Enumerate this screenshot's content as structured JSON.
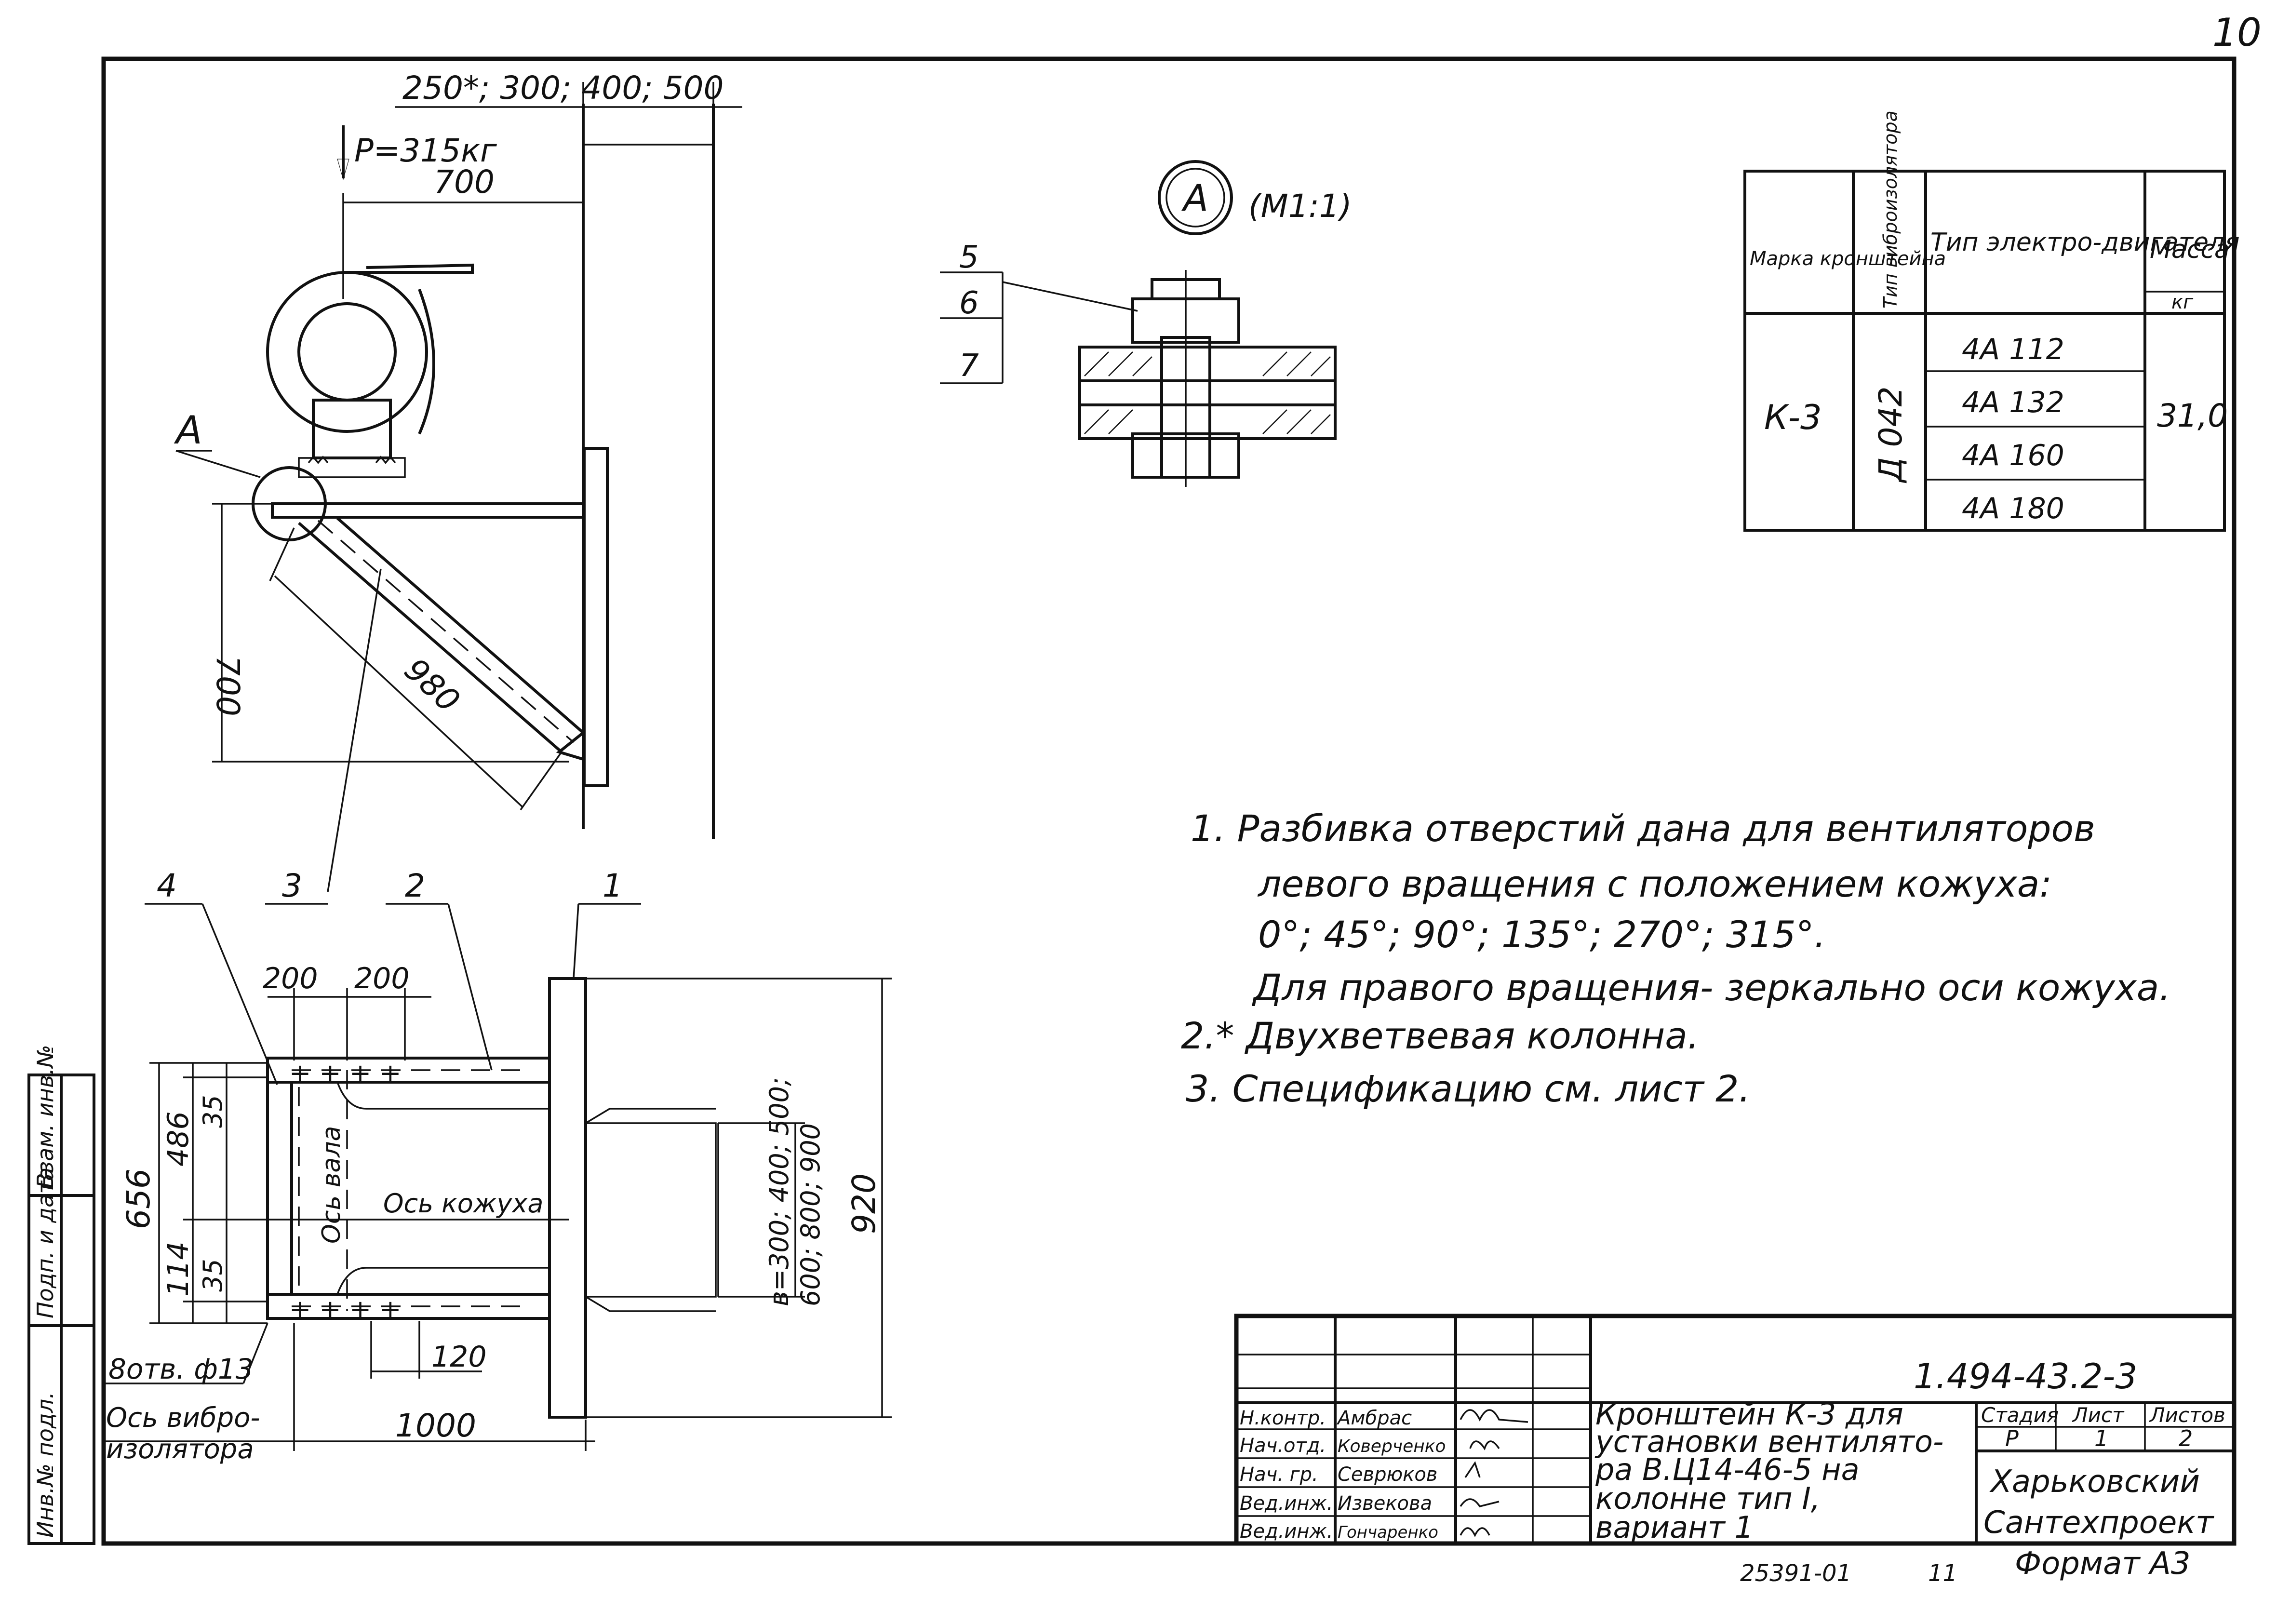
{
  "page_number": "10",
  "main_view": {
    "dim_top": "250*; 300; 400; 500",
    "load": "P=315кг",
    "dim_700_horizontal": "700",
    "callout_a": "А",
    "dim_700_vertical": "700",
    "dim_980": "980"
  },
  "detail_a": {
    "label": "А",
    "scale": "(М1:1)",
    "items": [
      "5",
      "6",
      "7"
    ]
  },
  "plan_view": {
    "items": [
      "4",
      "3",
      "2",
      "1"
    ],
    "dim_200_a": "200",
    "dim_200_b": "200",
    "dim_35_top": "35",
    "dim_486": "486",
    "dim_656": "656",
    "dim_114": "114",
    "dim_35_bottom": "35",
    "axis_shaft": "Ось вала",
    "axis_casing": "Ось кожуха",
    "dim_b": "в=300; 400; 500;",
    "dim_b2": "600; 800; 900",
    "dim_920": "920",
    "holes": "8отв. ф13",
    "dim_120": "120",
    "axis_vibro_1": "Ось вибро-",
    "axis_vibro_2": "изолятора",
    "dim_1000": "1000"
  },
  "table": {
    "headers": [
      "Марка кронштейна",
      "Тип виброизолятора",
      "Тип электро-двигателя",
      "Масса"
    ],
    "mass_unit": "кг",
    "bracket": "К-3",
    "isolator": "Д 042",
    "motors": [
      "4А 112",
      "4А 132",
      "4А 160",
      "4А 180"
    ],
    "mass": "31,0"
  },
  "notes": [
    "1.  Разбивка отверстий дана для вентиляторов",
    "левого вращения с положением кожуха:",
    "0°; 45°; 90°; 135°; 270°; 315°.",
    "Для правого вращения- зеркально оси кожуха.",
    "2.*  Двухветвевая   колонна.",
    "3.   Спецификацию   см.  лист 2."
  ],
  "side_stamp": [
    "Инв.№ подл.",
    "Подп. и дата",
    "Взам. инв.№"
  ],
  "title_block": {
    "doc_number": "1.494-43.2-3",
    "roles": [
      "Н.контр.",
      "Нач.отд.",
      "Нач. гр.",
      "Вед.инж.",
      "Вед.инж."
    ],
    "names": [
      "Амбрас",
      "Коверченко",
      "Севрюков",
      "Извекова",
      "Гончаренко"
    ],
    "title_lines": [
      "Кронштейн К-3 для",
      "установки вентилято-",
      "ра В.Ц14-46-5 на",
      "колонне тип I,",
      "вариант 1"
    ],
    "stage_label": "Стадия",
    "sheet_label": "Лист",
    "sheets_label": "Листов",
    "stage": "Р",
    "sheet": "1",
    "sheets": "2",
    "org_1": "Харьковский",
    "org_2": "Сантехпроект"
  },
  "footer": {
    "code": "25391-01",
    "copy": "11",
    "format": "Формат А3"
  }
}
